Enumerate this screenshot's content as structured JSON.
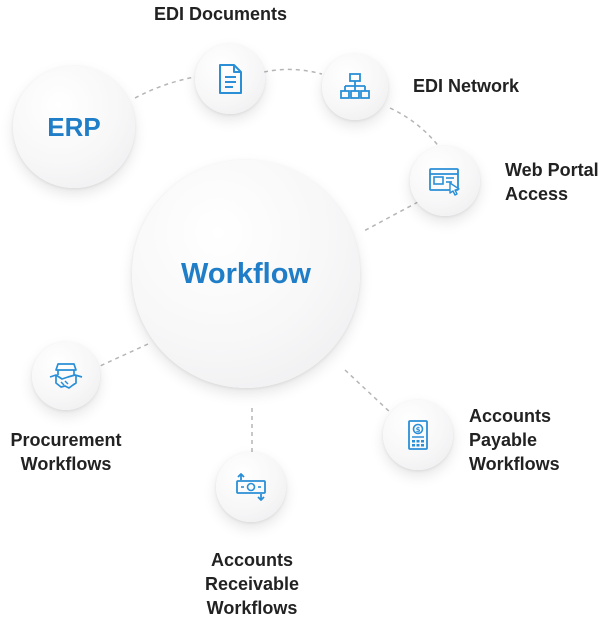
{
  "center": {
    "label": "Workflow"
  },
  "erp": {
    "label": "ERP"
  },
  "nodes": {
    "edi_documents": {
      "label": "EDI Documents",
      "icon": "document-icon"
    },
    "edi_network": {
      "label": "EDI Network",
      "icon": "network-icon"
    },
    "web_portal": {
      "line1": "Web Portal",
      "line2": "Access",
      "icon": "web-portal-icon"
    },
    "accounts_payable": {
      "line1": "Accounts",
      "line2": "Payable",
      "line3": "Workflows",
      "icon": "invoice-icon"
    },
    "accounts_receivable": {
      "line1": "Accounts",
      "line2": "Receivable",
      "line3": "Workflows",
      "icon": "money-transfer-icon"
    },
    "procurement": {
      "line1": "Procurement",
      "line2": "Workflows",
      "icon": "handshake-icon"
    }
  },
  "colors": {
    "accent": "#1f7ec7",
    "icon": "#2a8fd6",
    "text": "#222222",
    "connector": "#b5b5b5"
  }
}
